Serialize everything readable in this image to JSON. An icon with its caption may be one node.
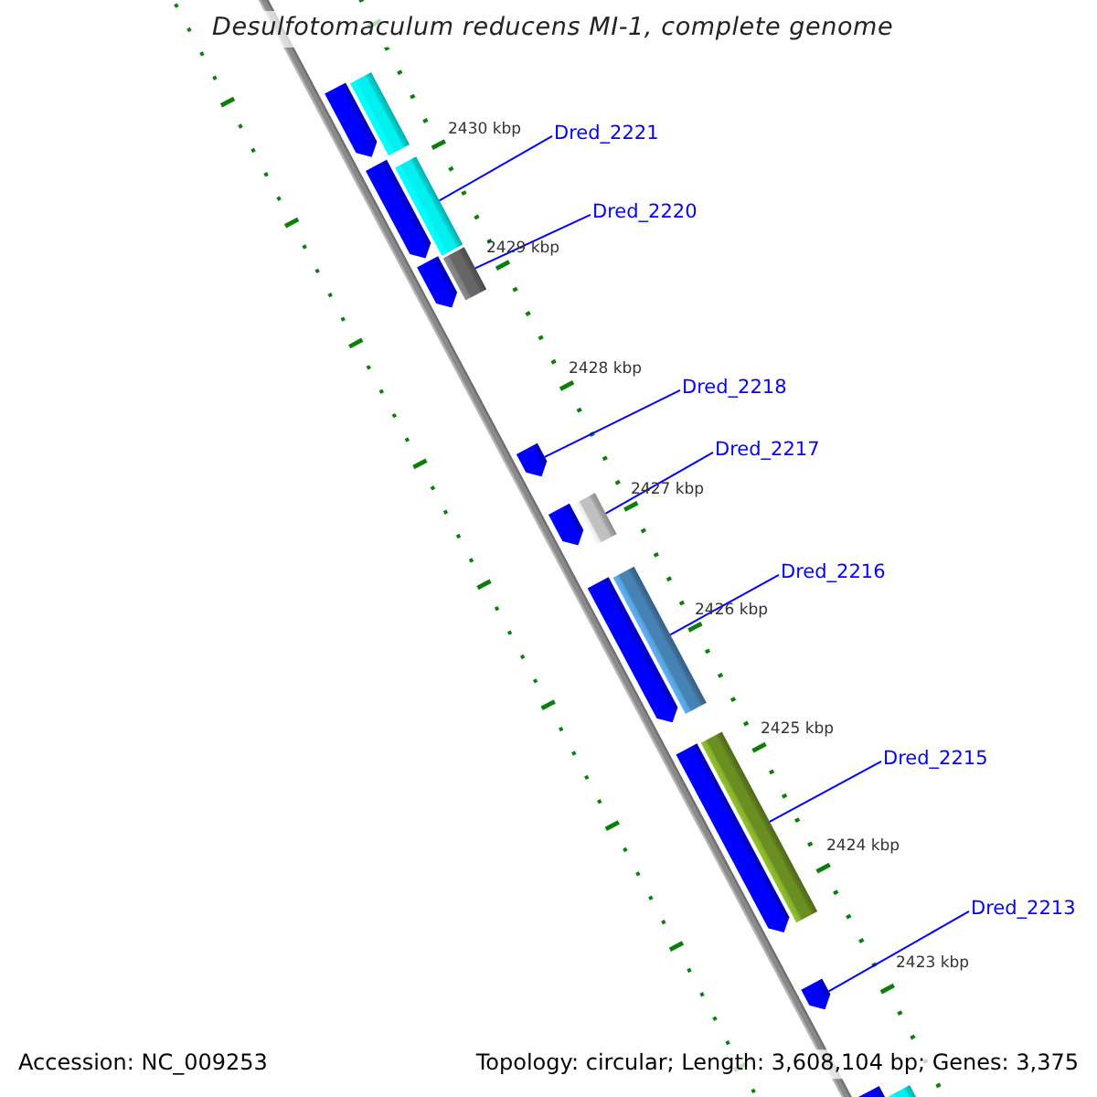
{
  "diagram": {
    "title": "Desulfotomaculum reducens MI-1, complete genome",
    "nodes": [
      {
        "text": [
          "Dred_2221"
        ]
      },
      {
        "text": [
          "Dred_2220"
        ]
      },
      {
        "text": [
          "Dred_2218"
        ]
      },
      {
        "text": [
          "Dred_2217"
        ]
      },
      {
        "text": [
          "Dred_2216"
        ]
      },
      {
        "text": [
          "Dred_2215"
        ]
      },
      {
        "text": [
          "Dred_2213"
        ]
      },
      {
        "text": [],
        "shape": "arrow"
      },
      {
        "text": [],
        "shape": "bar"
      },
      {
        "text": [],
        "shape": "arrow"
      },
      {
        "text": [],
        "shape": "bar"
      },
      {
        "text": [],
        "shape": "arrow"
      },
      {
        "text": [],
        "shape": "bar"
      },
      {
        "text": [],
        "shape": "arrow"
      },
      {
        "text": [],
        "shape": "arrow"
      },
      {
        "text": [],
        "shape": "bar"
      },
      {
        "text": [],
        "shape": "arrow"
      },
      {
        "text": [],
        "shape": "bar"
      },
      {
        "text": [],
        "shape": "arrow"
      },
      {
        "text": [],
        "shape": "bar"
      },
      {
        "text": [],
        "shape": "arrow"
      },
      {
        "text": [],
        "shape": "bar"
      },
      {
        "text": [],
        "shape": "arrow"
      }
    ],
    "edges": [
      {
        "from": 0,
        "to": 10,
        "arrow": "none"
      },
      {
        "from": 1,
        "to": 12,
        "arrow": "none"
      },
      {
        "from": 2,
        "to": 13,
        "arrow": "none"
      },
      {
        "from": 3,
        "to": 15,
        "arrow": "none"
      },
      {
        "from": 4,
        "to": 17,
        "arrow": "none"
      },
      {
        "from": 5,
        "to": 19,
        "arrow": "none"
      },
      {
        "from": 6,
        "to": 20,
        "arrow": "none"
      }
    ],
    "labels": [
      "2430 kbp",
      "2429 kbp",
      "2428 kbp",
      "2427 kbp",
      "2426 kbp",
      "2425 kbp",
      "2424 kbp",
      "2423 kbp",
      "Accession: NC_009253",
      "Topology: circular; Length: 3,608,104 bp; Genes: 3,375"
    ]
  }
}
